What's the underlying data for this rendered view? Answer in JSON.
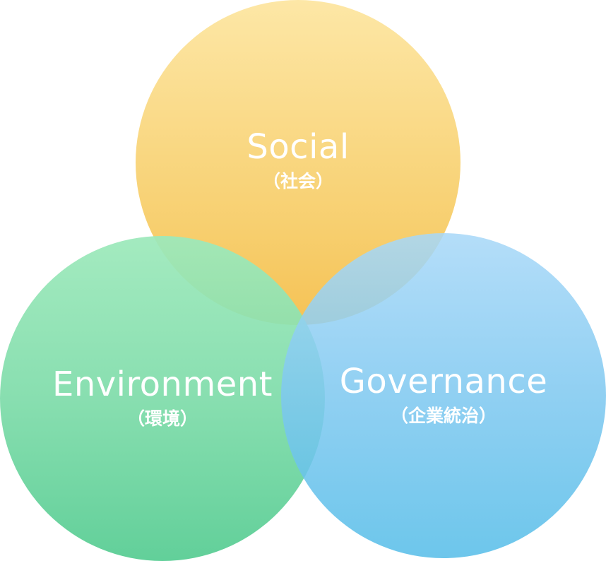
{
  "diagram": {
    "type": "venn",
    "circles": [
      {
        "id": "social",
        "title": "Social",
        "subtitle": "（社会）",
        "color_top": "#fde7a6",
        "color_bottom": "#f5c255"
      },
      {
        "id": "environment",
        "title": "Environment",
        "subtitle": "（環境）",
        "color_top": "#9de9bb",
        "color_bottom": "#56cc92"
      },
      {
        "id": "governance",
        "title": "Governance",
        "subtitle": "（企業統治）",
        "color_top": "#a8d8f8",
        "color_bottom": "#55bde8"
      }
    ]
  }
}
